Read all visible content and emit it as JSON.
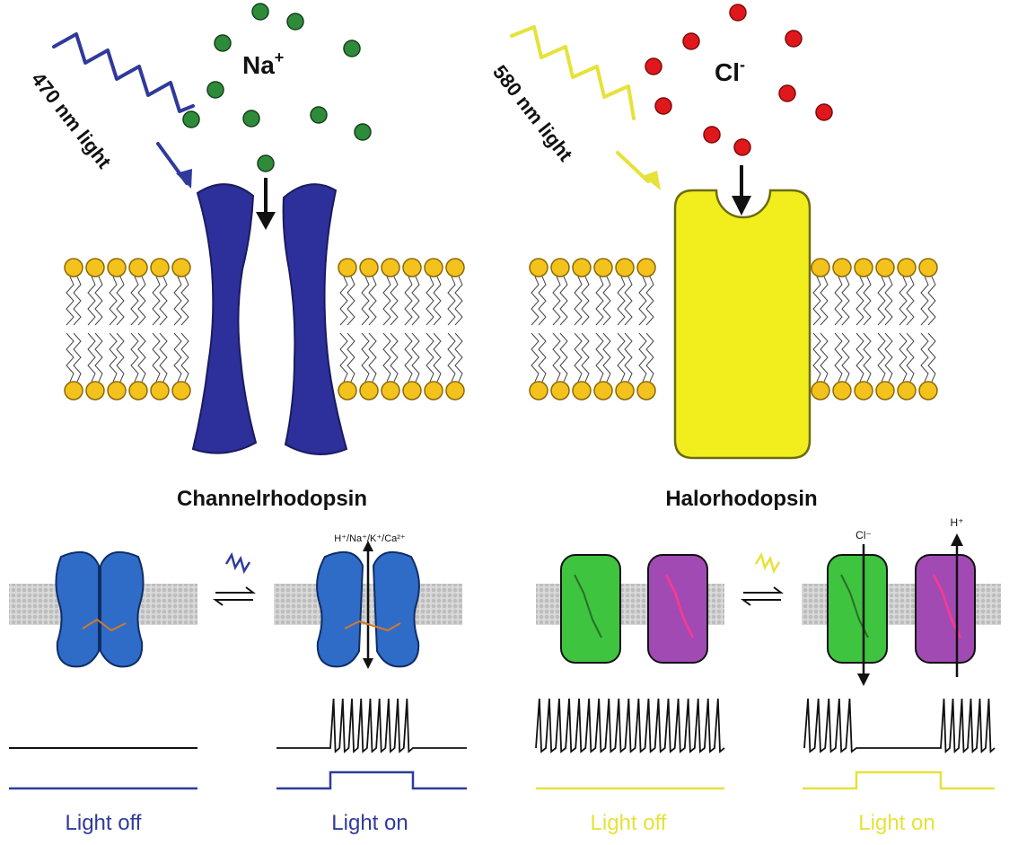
{
  "colors": {
    "blue_protein": "#2d2f9a",
    "blue_light": "#2f3a9c",
    "yellow_protein": "#f2ee1e",
    "yellow_light": "#e6e23a",
    "sodium_ion": "#2e8b3a",
    "chloride_ion": "#e0181c",
    "lipid_head": "#f4c21c",
    "channel_blue": "#2f6cc8",
    "pump_green": "#3fc43f",
    "pump_purple": "#a24ab4",
    "trace_black": "#111111"
  },
  "channelrhodopsin": {
    "ion_label": "Na",
    "ion_charge": "+",
    "light_label": "470 nm light",
    "name": "Channelrhodopsin",
    "ions_carried": "H⁺/Na⁺/K⁺/Ca²⁺",
    "light_off_label": "Light off",
    "light_on_label": "Light on"
  },
  "halorhodopsin": {
    "ion_label": "Cl",
    "ion_charge": "-",
    "light_label": "580 nm light",
    "name": "Halorhodopsin",
    "pump_ion_left": "Cl⁻",
    "pump_ion_right": "H⁺",
    "light_off_label": "Light off",
    "light_on_label": "Light on"
  }
}
